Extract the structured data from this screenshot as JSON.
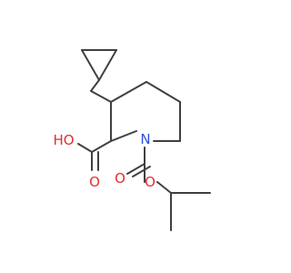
{
  "atoms": {
    "oh": "HO",
    "o_acid": "O",
    "n": "N",
    "o_carbonyl": "O",
    "o_ester": "O"
  },
  "colors": {
    "bond": "#404040",
    "oxygen": "#e03030",
    "nitrogen": "#3050e0",
    "background": "#ffffff"
  }
}
